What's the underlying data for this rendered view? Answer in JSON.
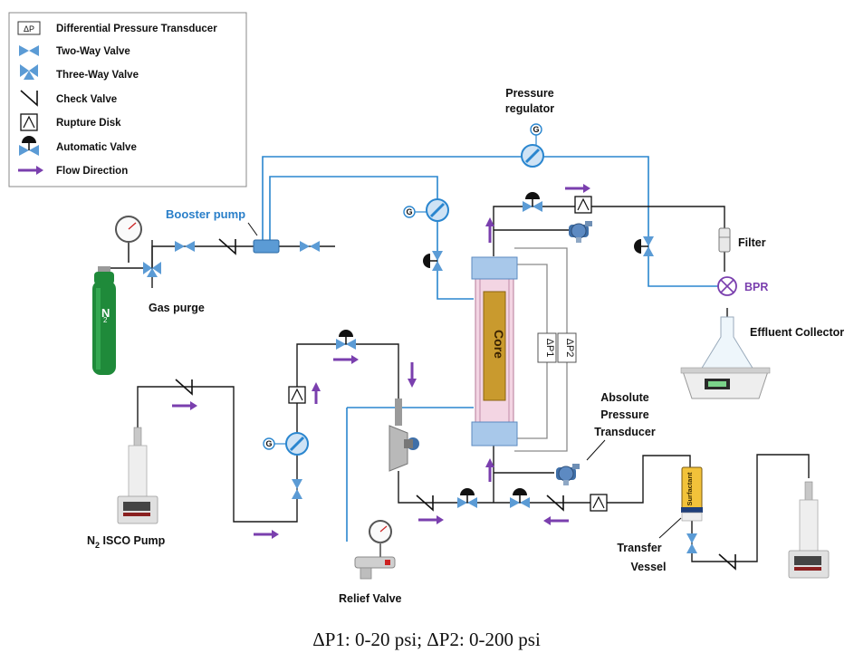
{
  "legend": {
    "dp_symbol": "ΔP",
    "items": [
      {
        "label": "Differential Pressure Transducer",
        "icon": "dp-transducer-icon"
      },
      {
        "label": "Two-Way Valve",
        "icon": "two-way-valve-icon"
      },
      {
        "label": "Three-Way Valve",
        "icon": "three-way-valve-icon"
      },
      {
        "label": "Check Valve",
        "icon": "check-valve-icon"
      },
      {
        "label": "Rupture Disk",
        "icon": "rupture-disk-icon"
      },
      {
        "label": "Automatic Valve",
        "icon": "automatic-valve-icon"
      },
      {
        "label": "Flow Direction",
        "icon": "flow-arrow-icon"
      }
    ]
  },
  "labels": {
    "pressure_regulator_1": "Pressure",
    "pressure_regulator_2": "regulator",
    "booster_pump": "Booster pump",
    "gas_purge": "Gas purge",
    "n2_cylinder": "N",
    "n2_cylinder_sub": "2",
    "filter": "Filter",
    "bpr": "BPR",
    "effluent_collector": "Effluent Collector",
    "core": "Core",
    "dp1": "ΔP1",
    "dp2": "ΔP2",
    "absolute_pt_1": "Absolute",
    "absolute_pt_2": "Pressure",
    "absolute_pt_3": "Transducer",
    "isco_pump_prefix": "N",
    "isco_pump_sub": "2",
    "isco_pump_suffix": " ISCO Pump",
    "relief_valve": "Relief Valve",
    "transfer_vessel_1": "Transfer",
    "transfer_vessel_2": "Vessel",
    "surfactant": "Surfactant",
    "gauge_g": "G"
  },
  "caption": "ΔP1: 0-20 psi; ΔP2: 0-200 psi",
  "colors": {
    "valve_blue": "#5b9bd5",
    "pipe_blue": "#2a86cf",
    "flow_purple": "#7a3fae",
    "cylinder_green": "#1f8a3a",
    "core_gold": "#c99a2e",
    "core_holder_pink": "#f3d5e3"
  }
}
